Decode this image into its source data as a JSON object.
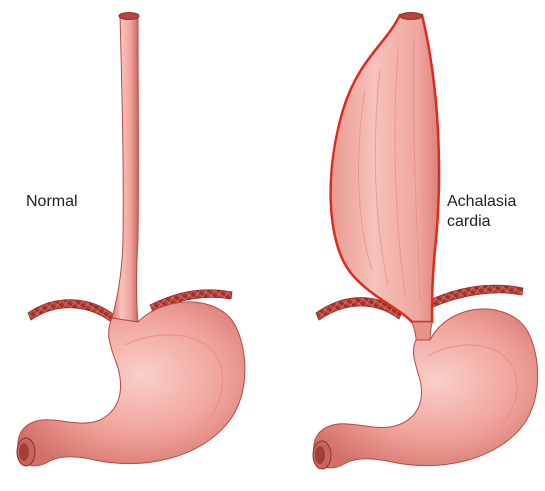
{
  "labels": {
    "normal": "Normal",
    "achalasia_line1": "Achalasia",
    "achalasia_line2": "cardia"
  },
  "colors": {
    "tissue": "#f0a39b",
    "tissue_light": "#f7c4bd",
    "tissue_dark": "#d97a72",
    "outline": "#b84a42",
    "muscle": "#c0453d",
    "muscle_dark": "#8f2f29",
    "dilated_outline": "#e02a1f",
    "text": "#222222"
  },
  "icons": {
    "left_figure": "normal-stomach-esophagus-illustration",
    "right_figure": "achalasia-stomach-esophagus-illustration"
  }
}
